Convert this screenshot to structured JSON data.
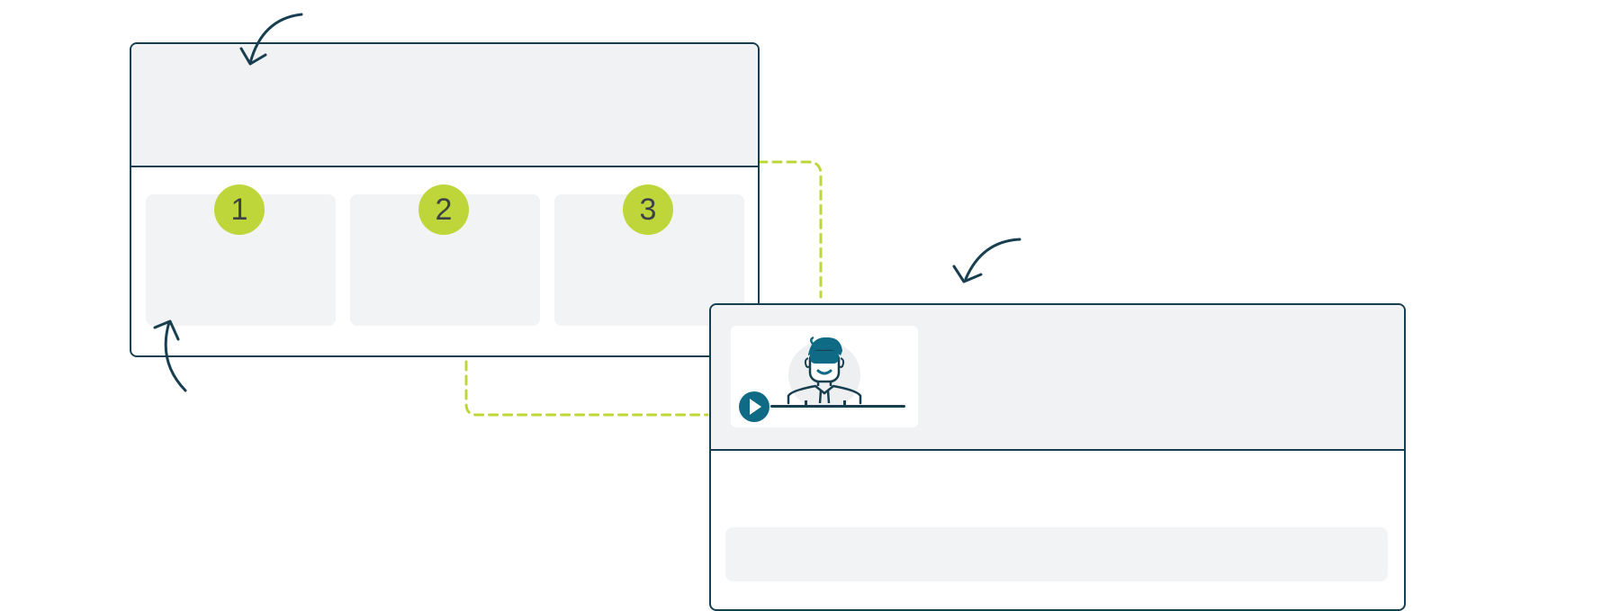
{
  "steps": [
    {
      "number": "1"
    },
    {
      "number": "2"
    },
    {
      "number": "3"
    }
  ],
  "colors": {
    "outline": "#173f4f",
    "panel_fill": "#f1f2f3",
    "accent": "#bfd63b",
    "icon_teal": "#0e6a85"
  },
  "icons": {
    "video_thumbnail": "presenter-video-icon",
    "play": "play-icon",
    "arrows": "curved-arrow-icon"
  }
}
